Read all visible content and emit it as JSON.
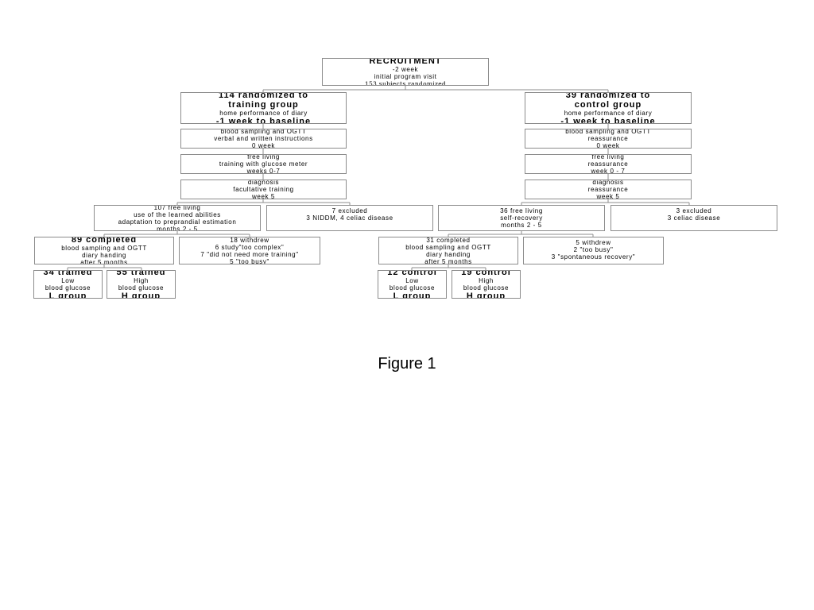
{
  "flowchart": {
    "recruitment": {
      "lines": [
        {
          "text": "RECRUITMENT",
          "style": "bold"
        },
        {
          "text": "-2 week",
          "style": "normal"
        },
        {
          "text": "initial program visit",
          "style": "normal"
        },
        {
          "text": "153 subjects randomized",
          "style": "serif"
        }
      ]
    },
    "training_arm": [
      {
        "key": "training-randomized",
        "lines": [
          {
            "text": "114 randomized to",
            "style": "bold"
          },
          {
            "text": "training group",
            "style": "bold"
          },
          {
            "text": "home performance of diary",
            "style": "normal"
          },
          {
            "text": "-1 week to baseline",
            "style": "bold"
          }
        ]
      },
      {
        "key": "training-baseline",
        "lines": [
          {
            "text": "blood sampling and OGTT",
            "style": "normal"
          },
          {
            "text": "verbal and written instructions",
            "style": "normal"
          },
          {
            "text": "0 week",
            "style": "normal"
          }
        ]
      },
      {
        "key": "training-free-living",
        "lines": [
          {
            "text": "free living",
            "style": "normal"
          },
          {
            "text": "training with glucose meter",
            "style": "normal"
          },
          {
            "text": "weeks 0-7",
            "style": "normal"
          }
        ]
      },
      {
        "key": "training-diagnosis",
        "lines": [
          {
            "text": "diagnosis",
            "style": "normal"
          },
          {
            "text": "facultative training",
            "style": "normal"
          },
          {
            "text": "week 5",
            "style": "normal"
          }
        ]
      },
      {
        "key": "training-107-free-living",
        "lines": [
          {
            "text": "107 free living",
            "style": "normal"
          },
          {
            "text": "use of the learned abilities",
            "style": "normal"
          },
          {
            "text": "adaptation to preprandial estimation",
            "style": "normal"
          },
          {
            "text": "months 2 - 5",
            "style": "normal"
          }
        ]
      },
      {
        "key": "training-excluded",
        "lines": [
          {
            "text": "7 excluded",
            "style": "normal"
          },
          {
            "text": "3 NIDDM, 4 celiac disease",
            "style": "normal"
          }
        ]
      },
      {
        "key": "training-completed",
        "lines": [
          {
            "text": "89 completed",
            "style": "bold"
          },
          {
            "text": "blood sampling and OGTT",
            "style": "normal"
          },
          {
            "text": "diary handing",
            "style": "normal"
          },
          {
            "text": "after 5 months",
            "style": "normal"
          }
        ]
      },
      {
        "key": "training-withdrew",
        "lines": [
          {
            "text": "18 withdrew",
            "style": "normal"
          },
          {
            "text": "6 study\"too complex\"",
            "style": "normal"
          },
          {
            "text": "7 \"did not need more training\"",
            "style": "normal"
          },
          {
            "text": "5 \"too busy\"",
            "style": "normal"
          }
        ]
      },
      {
        "key": "trained-low",
        "lines": [
          {
            "text": "34 trained",
            "style": "bold"
          },
          {
            "text": "Low",
            "style": "normal"
          },
          {
            "text": "blood glucose",
            "style": "normal"
          },
          {
            "text": "L group",
            "style": "bold"
          }
        ]
      },
      {
        "key": "trained-high",
        "lines": [
          {
            "text": "55 trained",
            "style": "bold"
          },
          {
            "text": "High",
            "style": "normal"
          },
          {
            "text": "blood glucose",
            "style": "normal"
          },
          {
            "text": "H group",
            "style": "bold"
          }
        ]
      }
    ],
    "control_arm": [
      {
        "key": "control-randomized",
        "lines": [
          {
            "text": "39 randomized to",
            "style": "bold"
          },
          {
            "text": "control group",
            "style": "bold"
          },
          {
            "text": "home performance of diary",
            "style": "normal"
          },
          {
            "text": "-1 week to baseline",
            "style": "bold"
          }
        ]
      },
      {
        "key": "control-baseline",
        "lines": [
          {
            "text": "blood sampling and OGTT",
            "style": "normal"
          },
          {
            "text": "reassurance",
            "style": "normal"
          },
          {
            "text": "0 week",
            "style": "normal"
          }
        ]
      },
      {
        "key": "control-free-living",
        "lines": [
          {
            "text": "free living",
            "style": "normal"
          },
          {
            "text": "reassurance",
            "style": "normal"
          },
          {
            "text": "week 0 - 7",
            "style": "normal"
          }
        ]
      },
      {
        "key": "control-diagnosis",
        "lines": [
          {
            "text": "diagnosis",
            "style": "normal"
          },
          {
            "text": "reassurance",
            "style": "normal"
          },
          {
            "text": "week 5",
            "style": "normal"
          }
        ]
      },
      {
        "key": "control-36-free-living",
        "lines": [
          {
            "text": "36 free living",
            "style": "normal"
          },
          {
            "text": "self-recovery",
            "style": "normal"
          },
          {
            "text": "months 2 - 5",
            "style": "normal"
          }
        ]
      },
      {
        "key": "control-excluded",
        "lines": [
          {
            "text": "3 excluded",
            "style": "normal"
          },
          {
            "text": "3 celiac disease",
            "style": "normal"
          }
        ]
      },
      {
        "key": "control-completed",
        "lines": [
          {
            "text": "31 completed",
            "style": "normal"
          },
          {
            "text": "blood sampling and OGTT",
            "style": "normal"
          },
          {
            "text": "diary handing",
            "style": "normal"
          },
          {
            "text": "after 5 months",
            "style": "normal"
          }
        ]
      },
      {
        "key": "control-withdrew",
        "lines": [
          {
            "text": "5 withdrew",
            "style": "normal"
          },
          {
            "text": "2 \"too busy\"",
            "style": "normal"
          },
          {
            "text": "3 \"spontaneous recovery\"",
            "style": "normal"
          }
        ]
      },
      {
        "key": "control-low",
        "lines": [
          {
            "text": "12 control",
            "style": "bold"
          },
          {
            "text": "Low",
            "style": "normal"
          },
          {
            "text": "blood glucose",
            "style": "normal"
          },
          {
            "text": "L group",
            "style": "bold"
          }
        ]
      },
      {
        "key": "control-high",
        "lines": [
          {
            "text": "19 control",
            "style": "bold"
          },
          {
            "text": "High",
            "style": "normal"
          },
          {
            "text": "blood glucose",
            "style": "normal"
          },
          {
            "text": "H group",
            "style": "bold"
          }
        ]
      }
    ]
  },
  "caption": "Figure 1"
}
